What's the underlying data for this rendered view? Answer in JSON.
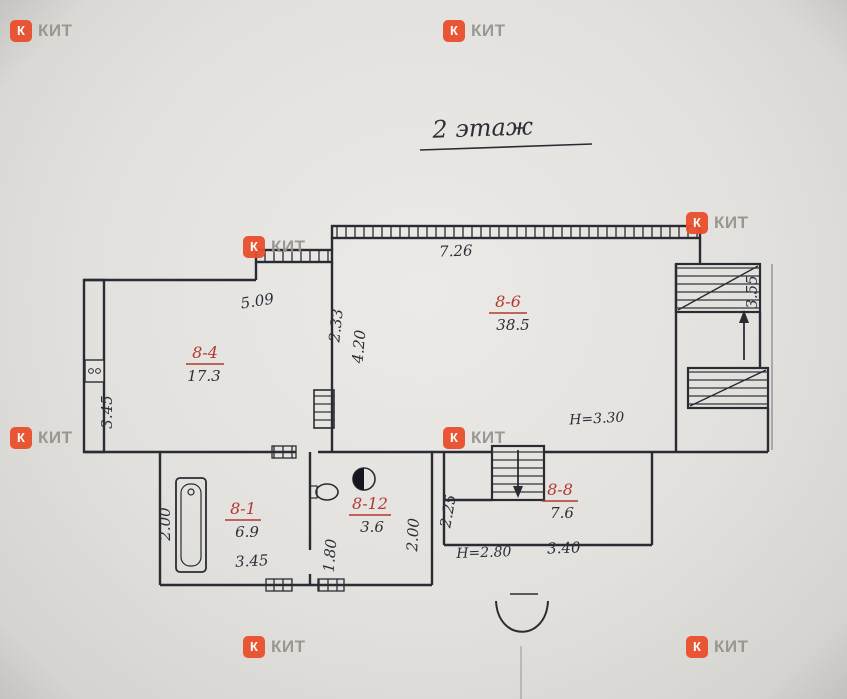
{
  "title": "2 этаж",
  "watermark": {
    "text": "КИТ",
    "icon_glyph": "К"
  },
  "rooms": [
    {
      "id": "8-4",
      "area": "17.3"
    },
    {
      "id": "8-6",
      "area": "38.5"
    },
    {
      "id": "8-1",
      "area": "6.9"
    },
    {
      "id": "8-12",
      "area": "3.6"
    },
    {
      "id": "8-8",
      "area": "7.6"
    }
  ],
  "dimensions": {
    "top_wall": "7.26",
    "left_top_wall": "5.09",
    "partition_upper": "2.33",
    "partition_lower": "4.20",
    "stair_width": "3.55",
    "left_wall": "3.45",
    "bath_width": "2.00",
    "room81_length": "3.45",
    "room812_width": "1.80",
    "room812_length": "2.00",
    "corridor_width": "2.25",
    "room88_length": "3.40",
    "height_main": "Н=3.30",
    "height_low": "Н=2.80"
  },
  "colors": {
    "ink": "#2b2b33",
    "room_label": "#b23931",
    "watermark_orange": "#ea4f2c",
    "watermark_gray": "#96948f"
  }
}
